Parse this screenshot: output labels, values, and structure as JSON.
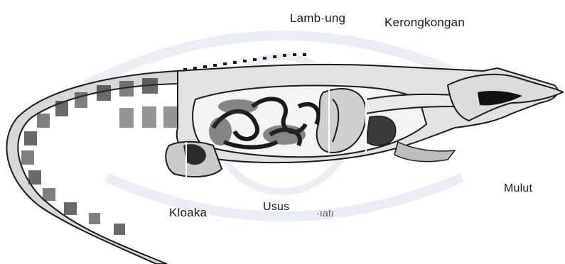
{
  "labels": {
    "lambung": "Lamb·ung",
    "kerongkongan": "Kerongkongan",
    "mulut": "Mulut",
    "kloaka": "Kloaka",
    "usus": "Usus",
    "hati": "·ıatı"
  },
  "colors": {
    "ink": "#1a1a1a",
    "watermark": "#e9eef5",
    "background": "#ffffff"
  }
}
